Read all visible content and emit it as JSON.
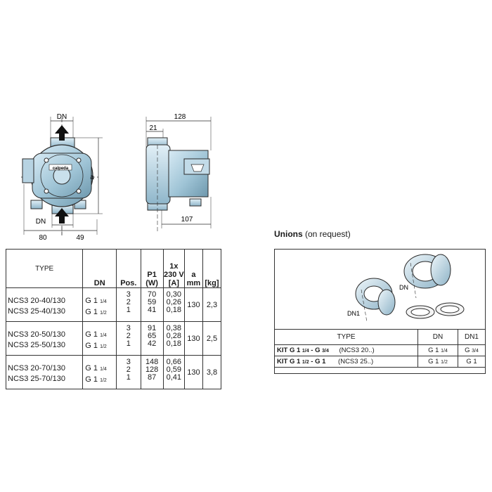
{
  "drawing": {
    "front": {
      "label_dn_top": "DN",
      "label_dn_bottom": "DN",
      "label_a": "a",
      "dim_80": "80",
      "dim_49": "49",
      "logo_text": "calpeda"
    },
    "side": {
      "dim_128": "128",
      "dim_21": "21",
      "dim_107": "107"
    }
  },
  "spec_table": {
    "headers": {
      "type": "TYPE",
      "dn": "DN",
      "pos": "Pos.",
      "p1_line1": "P1",
      "p1_line2": "(W)",
      "amp_line1": "1x",
      "amp_line2": "230 V",
      "amp_line3": "[A]",
      "a_line1": "a",
      "a_line2": "mm",
      "kg": "[kg]"
    },
    "groups": [
      {
        "types": [
          "NCS3 20-40/130",
          "NCS3 25-40/130"
        ],
        "dn": [
          {
            "main": "G 1",
            "frac": "1/4"
          },
          {
            "main": "G 1",
            "frac": "1/2"
          }
        ],
        "pos": [
          "3",
          "2",
          "1"
        ],
        "p1": [
          "70",
          "59",
          "41"
        ],
        "amp": [
          "0,30",
          "0,26",
          "0,18"
        ],
        "a": "130",
        "kg": "2,3"
      },
      {
        "types": [
          "NCS3 20-50/130",
          "NCS3 25-50/130"
        ],
        "dn": [
          {
            "main": "G 1",
            "frac": "1/4"
          },
          {
            "main": "G 1",
            "frac": "1/2"
          }
        ],
        "pos": [
          "3",
          "2",
          "1"
        ],
        "p1": [
          "91",
          "65",
          "42"
        ],
        "amp": [
          "0,38",
          "0,28",
          "0,18"
        ],
        "a": "130",
        "kg": "2,5"
      },
      {
        "types": [
          "NCS3 20-70/130",
          "NCS3 25-70/130"
        ],
        "dn": [
          {
            "main": "G 1",
            "frac": "1/4"
          },
          {
            "main": "G 1",
            "frac": "1/2"
          }
        ],
        "pos": [
          "3",
          "2",
          "1"
        ],
        "p1": [
          "148",
          "128",
          "87"
        ],
        "amp": [
          "0,66",
          "0,59",
          "0,41"
        ],
        "a": "130",
        "kg": "3,8"
      }
    ]
  },
  "unions": {
    "title_bold": "Unions",
    "title_rest": " (on request)",
    "label_dn": "DN",
    "label_dn1": "DN1",
    "headers": {
      "type": "TYPE",
      "dn": "DN",
      "dn1": "DN1"
    },
    "rows": [
      {
        "kit": "KIT G 1",
        "kit_frac": "1/4",
        "kit_tail": " - G",
        "kit_tail_frac": "3/4",
        "note": "(NCS3 20..)",
        "dn_main": "G 1",
        "dn_frac": "1/4",
        "dn1_main": "G",
        "dn1_frac": "3/4"
      },
      {
        "kit": "KIT G 1",
        "kit_frac": "1/2",
        "kit_tail": " - G 1",
        "kit_tail_frac": "",
        "note": "(NCS3 25..)",
        "dn_main": "G 1",
        "dn_frac": "1/2",
        "dn1_main": "G 1",
        "dn1_frac": ""
      }
    ]
  }
}
